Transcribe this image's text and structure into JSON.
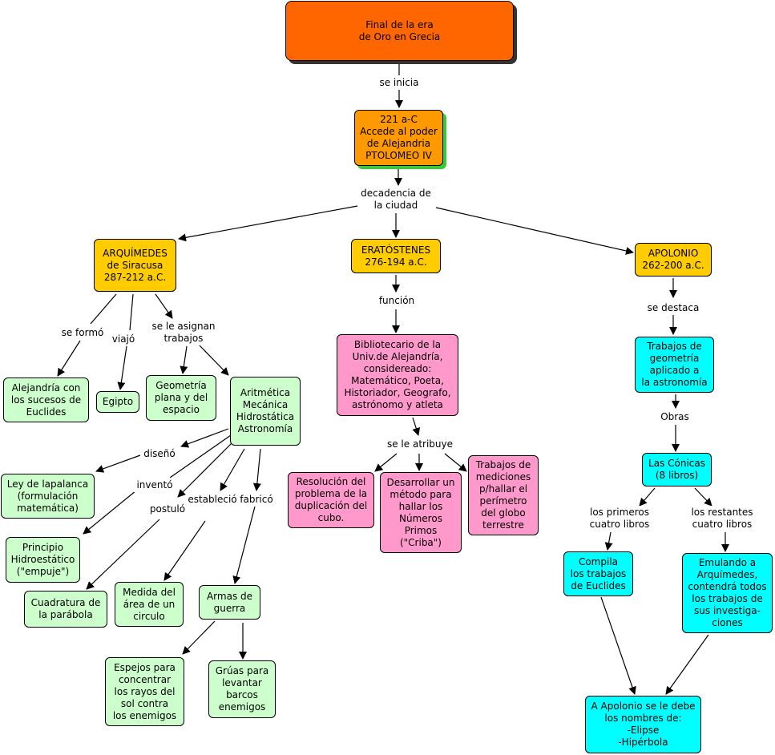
{
  "colors": {
    "title_box": "#ff6600",
    "ptolomeo_box": "#ff9900",
    "ptolomeo_shadow": "#33cc33",
    "person_box": "#ffcc00",
    "archimedes_boxes": "#ccffcc",
    "eratosthenes_boxes": "#ff99cc",
    "apollonius_boxes": "#00ffff",
    "lines": "#000000"
  },
  "nodes": {
    "title": "Final de la era\nde Oro en Grecia",
    "ptolomeo": "221 a-C\nAccede al poder\nde Alejandria\nPTOLOMEO IV",
    "arquimedes": "ARQUÍMEDES\nde Siracusa\n287-212 a.C.",
    "eratostenes": "ERATÓSTENES\n276-194 a.C.",
    "apolonio": "APOLONIO\n262-200 a.C.",
    "alejandria_euclides": "Alejandría con\nlos sucesos de\nEuclides",
    "egipto": "Egipto",
    "geometria_plana": "Geometría\nplana y del\nespacio",
    "aritmetica": "Aritmética\nMecánica\nHidrostática\nAstronomía",
    "ley_palanca": "Ley de lapalanca\n(formulación\nmatemática)",
    "principio_hidro": "Principio\nHidroestático\n(\"empuje\")",
    "cuadratura": "Cuadratura de\nla parábola",
    "medida_circulo": "Medida del\nárea de un\ncirculo",
    "armas": "Armas de\nguerra",
    "espejos": "Espejos para\nconcentrar\nlos rayos del\nsol contra\nlos enemigos",
    "gruas": "Grúas para\nlevantar\nbarcos\nenemigos",
    "bibliotecario": "Bibliotecario de la\nUniv.de Alejandría,\nconsidereado:\nMatemático, Poeta,\nHistoriador, Geografo,\nastrónomo y atleta",
    "duplicacion": "Resolución del\nproblema de la\nduplicación del\ncubo.",
    "primos": "Desarrollar un\nmétodo para\nhallar los\nNúmeros\nPrimos\n(\"Criba\")",
    "mediciones": "Trabajos de\nmediciones\np/hallar el\nperímetro\ndel globo\nterrestre",
    "trabajos_geo": "Trabajos de\ngeometría\naplicado a\nla astronomía",
    "conicas": "Las Cónicas\n(8 libros)",
    "compila": "Compila\nlos trabajos\nde Euclides",
    "emulando": "Emulando a\nArquímedes,\ncontendrá todos\nlos trabajos de\nsus investiga-\nciones",
    "nombres": "A Apolonio se le debe\nlos nombres de:\n  -Elipse\n  -Hipérbola"
  },
  "links": {
    "se_inicia": "se inicia",
    "decadencia": "decadencia de\nla ciudad",
    "se_formo": "se formó",
    "viajo": "viajó",
    "se_le_asignan": "se le asignan\ntrabajos",
    "diseno": "diseñó",
    "invento": "inventó",
    "postulo": "postuló",
    "establecio": "estableció",
    "fabrico": "fabricó",
    "funcion": "función",
    "se_le_atribuye": "se le atribuye",
    "se_destaca": "se destaca",
    "obras": "Obras",
    "primeros": "los primeros\ncuatro libros",
    "restantes": "los restantes\ncuatro libros"
  }
}
